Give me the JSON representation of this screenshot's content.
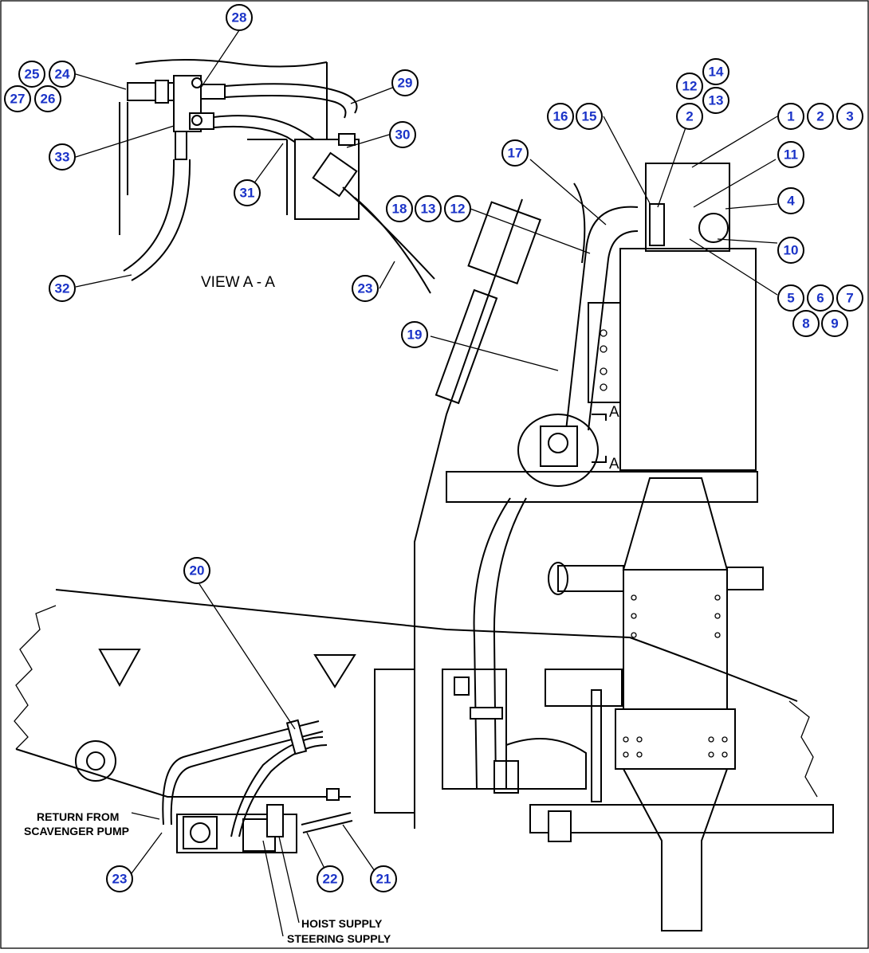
{
  "diagram": {
    "view_label": "VIEW A - A",
    "section_marks": [
      "A",
      "A"
    ],
    "labels": {
      "return_line1": "RETURN FROM",
      "return_line2": "SCAVENGER PUMP",
      "hoist": "HOIST SUPPLY",
      "steering": "STEERING SUPPLY"
    },
    "callouts": [
      {
        "id": "c28",
        "n": "28"
      },
      {
        "id": "c25",
        "n": "25"
      },
      {
        "id": "c24",
        "n": "24"
      },
      {
        "id": "c27",
        "n": "27"
      },
      {
        "id": "c26",
        "n": "26"
      },
      {
        "id": "c29",
        "n": "29"
      },
      {
        "id": "c30",
        "n": "30"
      },
      {
        "id": "c33",
        "n": "33"
      },
      {
        "id": "c31",
        "n": "31"
      },
      {
        "id": "c32",
        "n": "32"
      },
      {
        "id": "c23a",
        "n": "23"
      },
      {
        "id": "c14",
        "n": "14"
      },
      {
        "id": "c12a",
        "n": "12"
      },
      {
        "id": "c13a",
        "n": "13"
      },
      {
        "id": "c16",
        "n": "16"
      },
      {
        "id": "c15",
        "n": "15"
      },
      {
        "id": "c2a",
        "n": "2"
      },
      {
        "id": "c1",
        "n": "1"
      },
      {
        "id": "c2b",
        "n": "2"
      },
      {
        "id": "c3",
        "n": "3"
      },
      {
        "id": "c17",
        "n": "17"
      },
      {
        "id": "c11",
        "n": "11"
      },
      {
        "id": "c18",
        "n": "18"
      },
      {
        "id": "c13b",
        "n": "13"
      },
      {
        "id": "c12b",
        "n": "12"
      },
      {
        "id": "c4",
        "n": "4"
      },
      {
        "id": "c10",
        "n": "10"
      },
      {
        "id": "c5",
        "n": "5"
      },
      {
        "id": "c6",
        "n": "6"
      },
      {
        "id": "c7",
        "n": "7"
      },
      {
        "id": "c8",
        "n": "8"
      },
      {
        "id": "c9",
        "n": "9"
      },
      {
        "id": "c19",
        "n": "19"
      },
      {
        "id": "c20",
        "n": "20"
      },
      {
        "id": "c23b",
        "n": "23"
      },
      {
        "id": "c22",
        "n": "22"
      },
      {
        "id": "c21",
        "n": "21"
      }
    ]
  }
}
